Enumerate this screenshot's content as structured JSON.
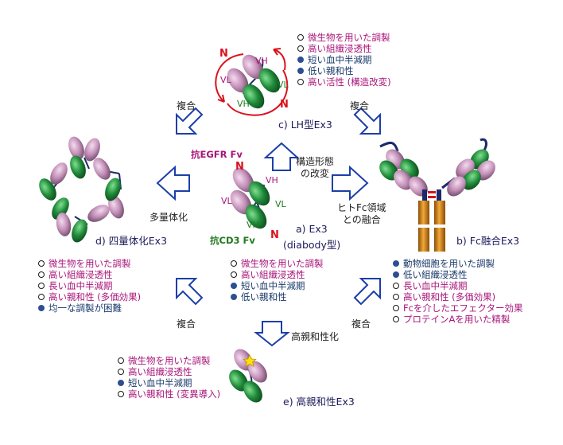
{
  "colors": {
    "advantage": "#a8157a",
    "disadvantage": "#1a3a6a",
    "arrow_blue": "#1c3fa8",
    "domain_green": "#1f8a3a",
    "domain_pink": "#c38fb8",
    "fc_orange": "#d58a1c",
    "accent_red": "#d9121c"
  },
  "center": {
    "title": "a) Ex3",
    "subtitle": "(diabody型)",
    "egfr_label": "抗EGFR Fv",
    "cd3_label": "抗CD3 Fv",
    "n1": "N",
    "n2": "N",
    "vh_top": "VH",
    "vl_left": "VL",
    "vl_right": "VL",
    "vh_bottom": "VH",
    "list": [
      {
        "bullet": "open",
        "text": "微生物を用いた調製"
      },
      {
        "bullet": "open",
        "text": "高い組織浸透性"
      },
      {
        "bullet": "filled",
        "text": "短い血中半減期"
      },
      {
        "bullet": "filled",
        "text": "低い親和性"
      }
    ]
  },
  "lh": {
    "title": "c) LH型Ex3",
    "n1": "N",
    "n2": "N",
    "vh_top": "VH",
    "vl_left": "VL",
    "vl_right": "VL",
    "vh_bottom": "VH",
    "arrow_label": "構造形態\nの改変",
    "list": [
      {
        "bullet": "open",
        "text": "微生物を用いた調製"
      },
      {
        "bullet": "open",
        "text": "高い組織浸透性"
      },
      {
        "bullet": "filled",
        "text": "短い血中半減期"
      },
      {
        "bullet": "filled",
        "text": "低い親和性"
      },
      {
        "bullet": "open",
        "text": "高い活性 (構造改変)"
      }
    ]
  },
  "fc": {
    "title": "b) Fc融合Ex3",
    "arrow_label": "ヒトFc領域\nとの融合",
    "list": [
      {
        "bullet": "filled",
        "text": "動物細胞を用いた調製"
      },
      {
        "bullet": "filled",
        "text": "低い組織浸透性"
      },
      {
        "bullet": "open",
        "text": "長い血中半減期"
      },
      {
        "bullet": "open",
        "text": "高い親和性 (多価効果)"
      },
      {
        "bullet": "open",
        "text": "Fcを介したエフェクター効果"
      },
      {
        "bullet": "open",
        "text": "プロテインAを用いた精製"
      }
    ]
  },
  "tetra": {
    "title": "d) 四量体化Ex3",
    "arrow_label": "多量体化",
    "list": [
      {
        "bullet": "open",
        "text": "微生物を用いた調製"
      },
      {
        "bullet": "open",
        "text": "高い組織浸透性"
      },
      {
        "bullet": "open",
        "text": "長い血中半減期"
      },
      {
        "bullet": "open",
        "text": "高い親和性 (多価効果)"
      },
      {
        "bullet": "filled",
        "text": "均一な調製が困難"
      }
    ]
  },
  "affinity": {
    "title": "e) 高親和性Ex3",
    "arrow_label": "高親和性化",
    "list": [
      {
        "bullet": "open",
        "text": "微生物を用いた調製"
      },
      {
        "bullet": "open",
        "text": "高い組織浸透性"
      },
      {
        "bullet": "filled",
        "text": "短い血中半減期"
      },
      {
        "bullet": "open",
        "text": "高い親和性 (変異導入)"
      }
    ]
  },
  "combine_labels": {
    "top_left": "複合",
    "top_right": "複合",
    "bottom_left": "複合",
    "bottom_right": "複合"
  }
}
